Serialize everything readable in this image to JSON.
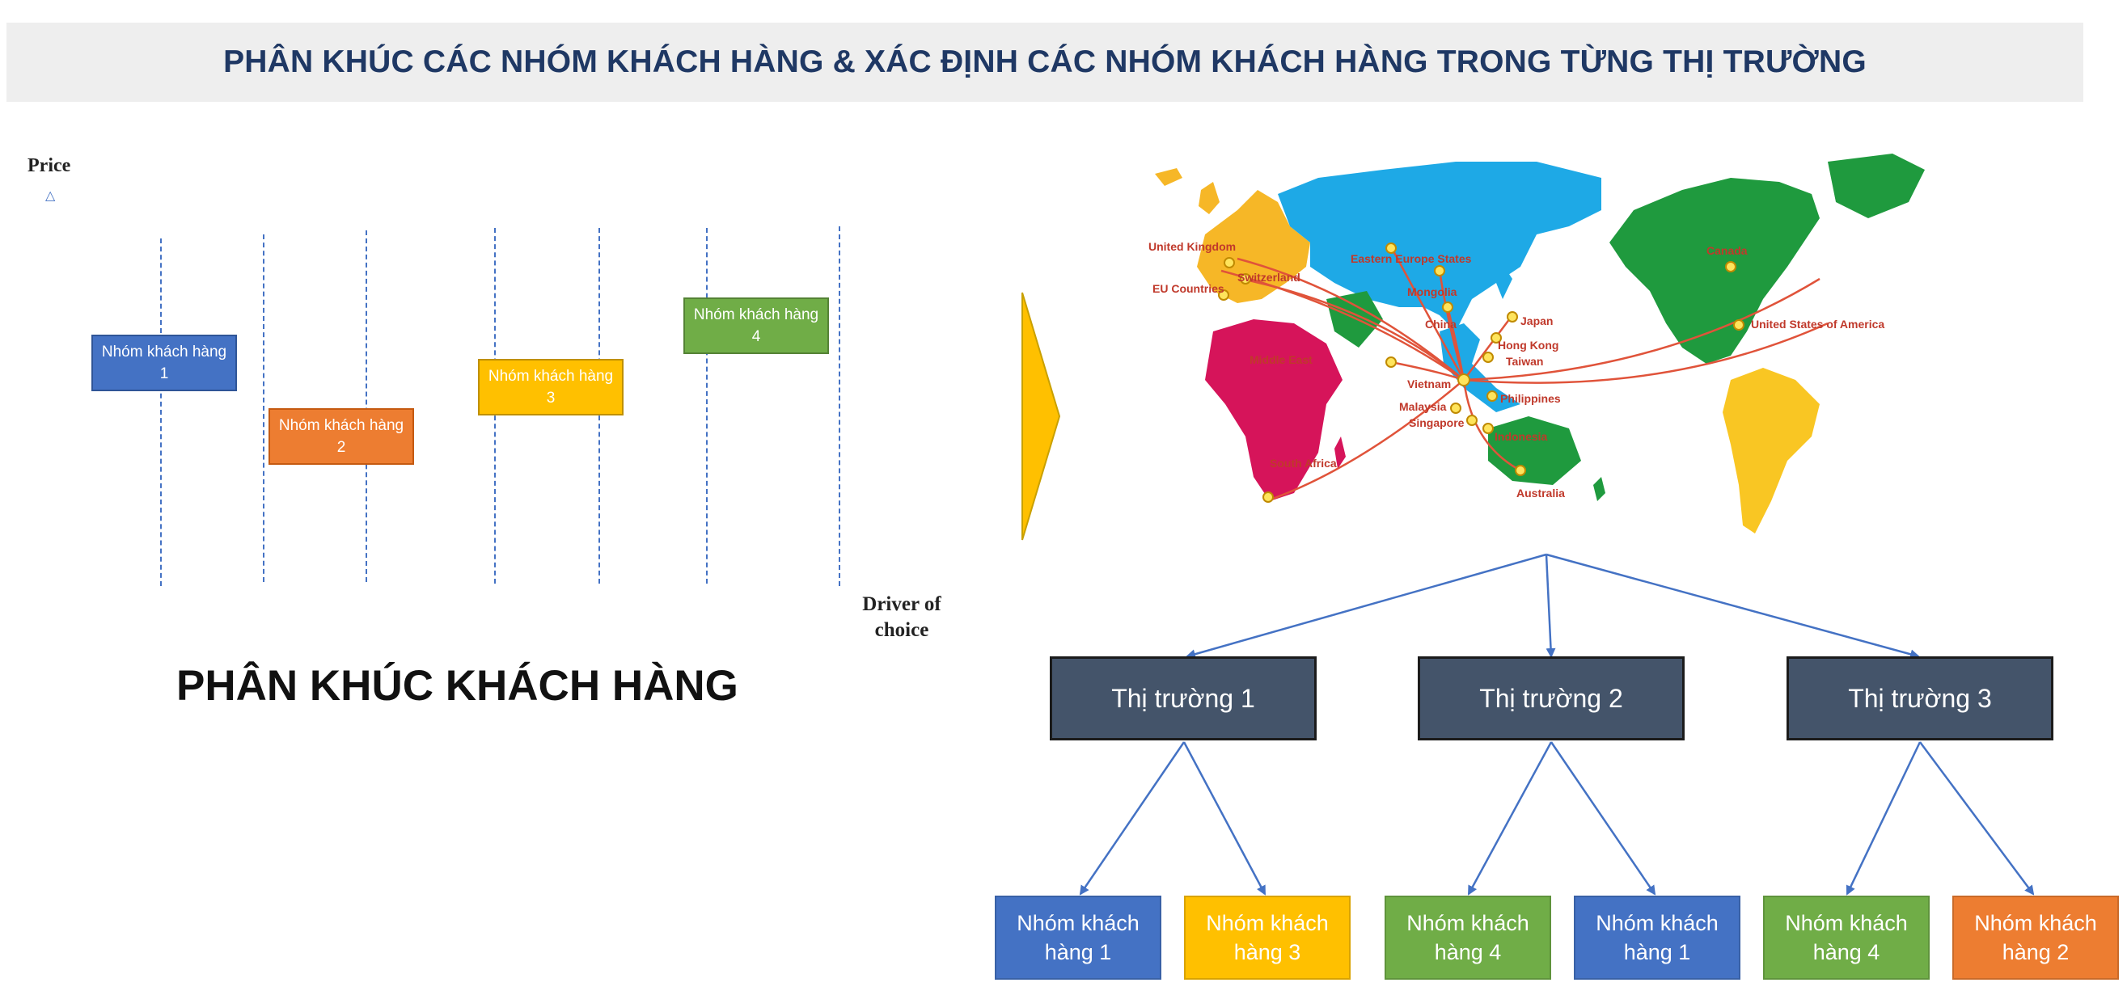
{
  "header": {
    "title": "PHÂN KHÚC CÁC NHÓM KHÁCH HÀNG & XÁC ĐỊNH CÁC NHÓM KHÁCH HÀNG TRONG TỪNG THỊ TRƯỜNG"
  },
  "segmentation": {
    "y_axis_label": "Price",
    "x_axis_label_line1": "Driver of",
    "x_axis_label_line2": "choice",
    "heading": "PHÂN KHÚC KHÁCH HÀNG",
    "groups": [
      {
        "label": "Nhóm khách hàng",
        "number": "1",
        "color": "#4472c4"
      },
      {
        "label": "Nhóm khách hàng",
        "number": "2",
        "color": "#ed7d31"
      },
      {
        "label": "Nhóm khách hàng",
        "number": "3",
        "color": "#ffc000"
      },
      {
        "label": "Nhóm khách hàng",
        "number": "4",
        "color": "#70ad47"
      }
    ]
  },
  "map": {
    "labels": [
      "United Kingdom",
      "Switzerland",
      "EU Countries",
      "Eastern Europe States",
      "Mongolia",
      "China",
      "Japan",
      "Hong Kong",
      "Taiwan",
      "Middle East",
      "Vietnam",
      "Philippines",
      "Malaysia",
      "Singapore",
      "Indonesia",
      "South Africa",
      "Australia",
      "Canada",
      "United States of America"
    ],
    "colors": {
      "europe": "#f6b727",
      "asia": "#1ea9e6",
      "africa": "#d6145a",
      "green": "#1f9a3e",
      "south_america": "#f9c623",
      "routes": "#e0533a"
    }
  },
  "markets": [
    {
      "label": "Thị trường 1"
    },
    {
      "label": "Thị trường 2"
    },
    {
      "label": "Thị trường 3"
    }
  ],
  "market_groups": [
    {
      "line1": "Nhóm khách",
      "line2": "hàng 1",
      "color": "#4472c4"
    },
    {
      "line1": "Nhóm khách",
      "line2": "hàng 3",
      "color": "#ffc000"
    },
    {
      "line1": "Nhóm khách",
      "line2": "hàng 4",
      "color": "#70ad47"
    },
    {
      "line1": "Nhóm khách",
      "line2": "hàng 1",
      "color": "#4472c4"
    },
    {
      "line1": "Nhóm khách",
      "line2": "hàng 4",
      "color": "#70ad47"
    },
    {
      "line1": "Nhóm khách",
      "line2": "hàng 2",
      "color": "#ed7d31"
    }
  ],
  "colors": {
    "connector": "#4472c4",
    "market_fill": "#44546a",
    "arrow": "#ffc000"
  }
}
